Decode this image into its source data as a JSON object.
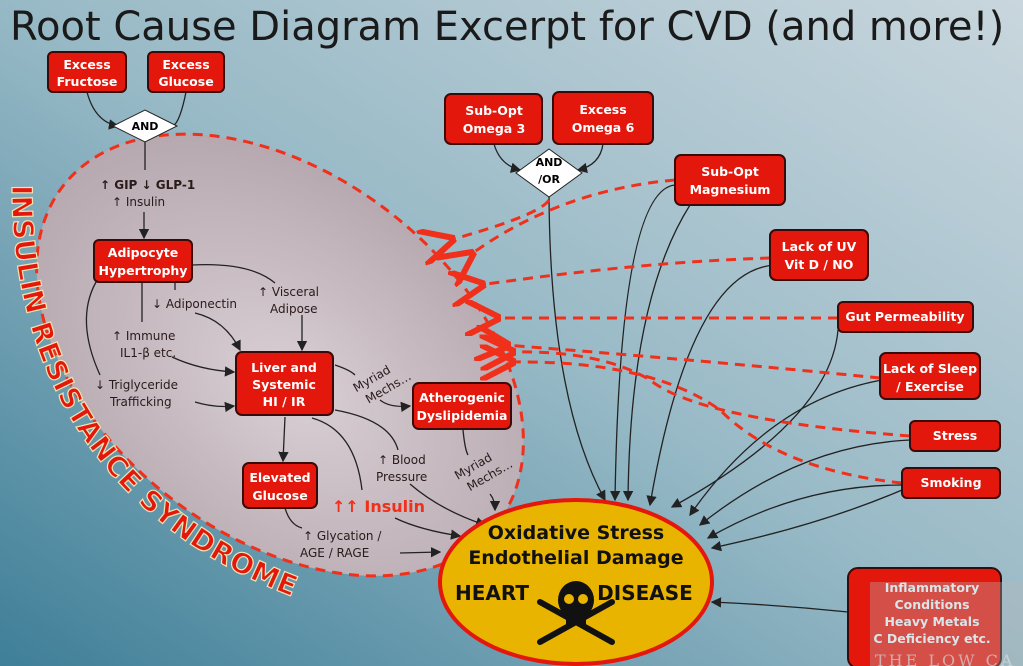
{
  "title": "Root Cause Diagram Excerpt for CVD (and more!)",
  "syndrome_label": "INSULIN RESISTANCE SYNDROME",
  "gates": {
    "and": "AND",
    "and_or": [
      "AND",
      "/OR"
    ]
  },
  "boxes": {
    "excess_fructose": [
      "Excess",
      "Fructose"
    ],
    "excess_glucose": [
      "Excess",
      "Glucose"
    ],
    "sub_opt_omega3": [
      "Sub-Opt",
      "Omega 3"
    ],
    "excess_omega6": [
      "Excess",
      "Omega 6"
    ],
    "sub_opt_magnesium": [
      "Sub-Opt",
      "Magnesium"
    ],
    "lack_uv": [
      "Lack of UV",
      "Vit D / NO"
    ],
    "gut_permeability": [
      "Gut Permeability"
    ],
    "lack_sleep": [
      "Lack of Sleep",
      "/ Exercise"
    ],
    "stress": [
      "Stress"
    ],
    "smoking": [
      "Smoking"
    ],
    "adipocyte": [
      "Adipocyte",
      "Hypertrophy"
    ],
    "liver": [
      "Liver and",
      "Systemic",
      "HI / IR"
    ],
    "atherogenic": [
      "Atherogenic",
      "Dyslipidemia"
    ],
    "elevated_glucose": [
      "Elevated",
      "Glucose"
    ],
    "inflammatory": [
      "Inflammatory",
      "Conditions",
      "Heavy Metals",
      "C Deficiency etc."
    ]
  },
  "annotations": {
    "gip": "↑ GIP ↓ GLP-1",
    "insulin_up": "↑ Insulin",
    "adiponectin": "↓ Adiponectin",
    "visceral": [
      "↑ Visceral",
      "Adipose"
    ],
    "immune": [
      "↑ Immune",
      "IL1-β etc."
    ],
    "triglyceride": [
      "↓ Triglyceride",
      "Trafficking"
    ],
    "myriad1": [
      "Myriad",
      "Mechs…"
    ],
    "blood_pressure": [
      "↑ Blood",
      "Pressure"
    ],
    "myriad2": [
      "Myriad",
      "Mechs…"
    ],
    "insulin_double": "↑↑ Insulin",
    "glycation": [
      "↑ Glycation /",
      "AGE / RAGE"
    ]
  },
  "outcome": {
    "line1": "Oxidative Stress",
    "line2": "Endothelial Damage",
    "heart": "HEART",
    "disease": "DISEASE",
    "icon": "skull-crossbones-icon"
  },
  "watermark": "THE LOW CA",
  "colors": {
    "box": "#e3170c",
    "dashed": "#f0301a",
    "outcome": "#e8b400"
  }
}
